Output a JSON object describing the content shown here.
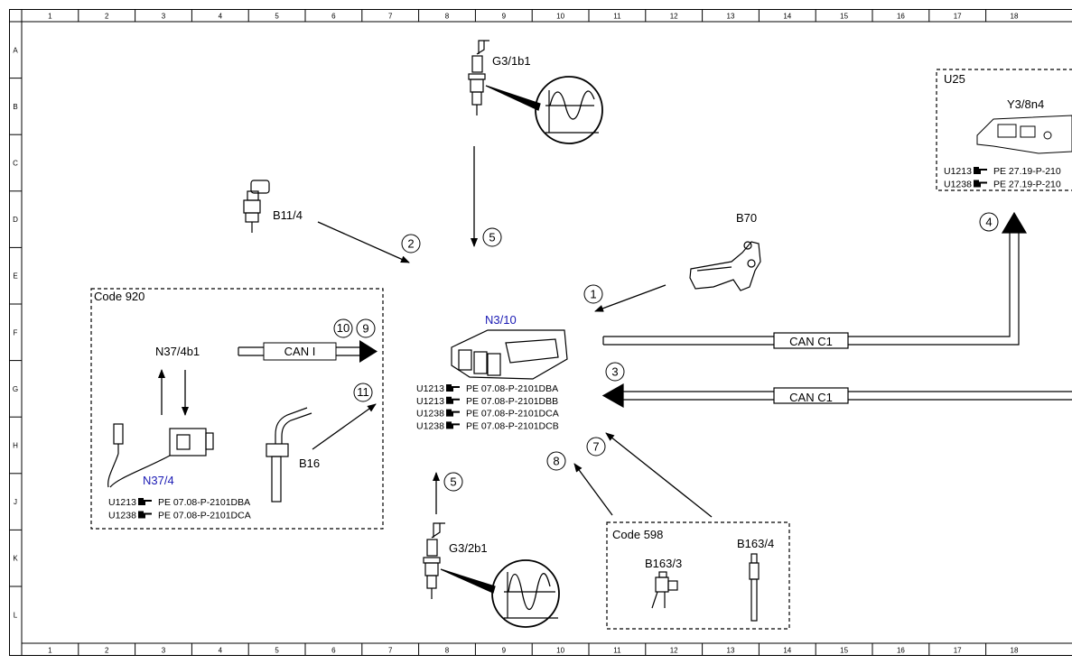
{
  "grid": {
    "columns": [
      "1",
      "2",
      "3",
      "4",
      "5",
      "6",
      "7",
      "8",
      "9",
      "10",
      "11",
      "12",
      "13",
      "14",
      "15",
      "16",
      "17",
      "18"
    ],
    "rows": [
      "A",
      "B",
      "C",
      "D",
      "E",
      "F",
      "G",
      "H",
      "J",
      "K",
      "L"
    ]
  },
  "labels": {
    "g3_1b1": "G3/1b1",
    "b11_4": "B11/4",
    "b70": "B70",
    "u25": "U25",
    "y3_8n4": "Y3/8n4",
    "code920": "Code 920",
    "n37_4b1": "N37/4b1",
    "n37_4": "N37/4",
    "b16": "B16",
    "n3_10": "N3/10",
    "g3_2b1": "G3/2b1",
    "code598": "Code 598",
    "b163_3": "B163/3",
    "b163_4": "B163/4",
    "can_i": "CAN I",
    "can_c1_top": "CAN C1",
    "can_c1_bottom": "CAN C1"
  },
  "circled_numbers": {
    "n1": "1",
    "n2": "2",
    "n3": "3",
    "n4": "4",
    "n5a": "5",
    "n5b": "5",
    "n7": "7",
    "n8": "8",
    "n9": "9",
    "n10": "10",
    "n11": "11"
  },
  "references": {
    "n3_10": [
      {
        "code": "U1213",
        "doc": "PE 07.08-P-2101DBA"
      },
      {
        "code": "U1213",
        "doc": "PE 07.08-P-2101DBB"
      },
      {
        "code": "U1238",
        "doc": "PE 07.08-P-2101DCA"
      },
      {
        "code": "U1238",
        "doc": "PE 07.08-P-2101DCB"
      }
    ],
    "n37_4": [
      {
        "code": "U1213",
        "doc": "PE 07.08-P-2101DBA"
      },
      {
        "code": "U1238",
        "doc": "PE 07.08-P-2101DCA"
      }
    ],
    "y3_8n4": [
      {
        "code": "U1213",
        "doc": "PE 27.19-P-210"
      },
      {
        "code": "U1238",
        "doc": "PE 27.19-P-210"
      }
    ]
  },
  "colors": {
    "link_blue": "#1a1ab4",
    "line": "#000000"
  },
  "icons": {
    "reference": "pointing-hand-icon",
    "signal_wave": "sine-wave-icon"
  }
}
